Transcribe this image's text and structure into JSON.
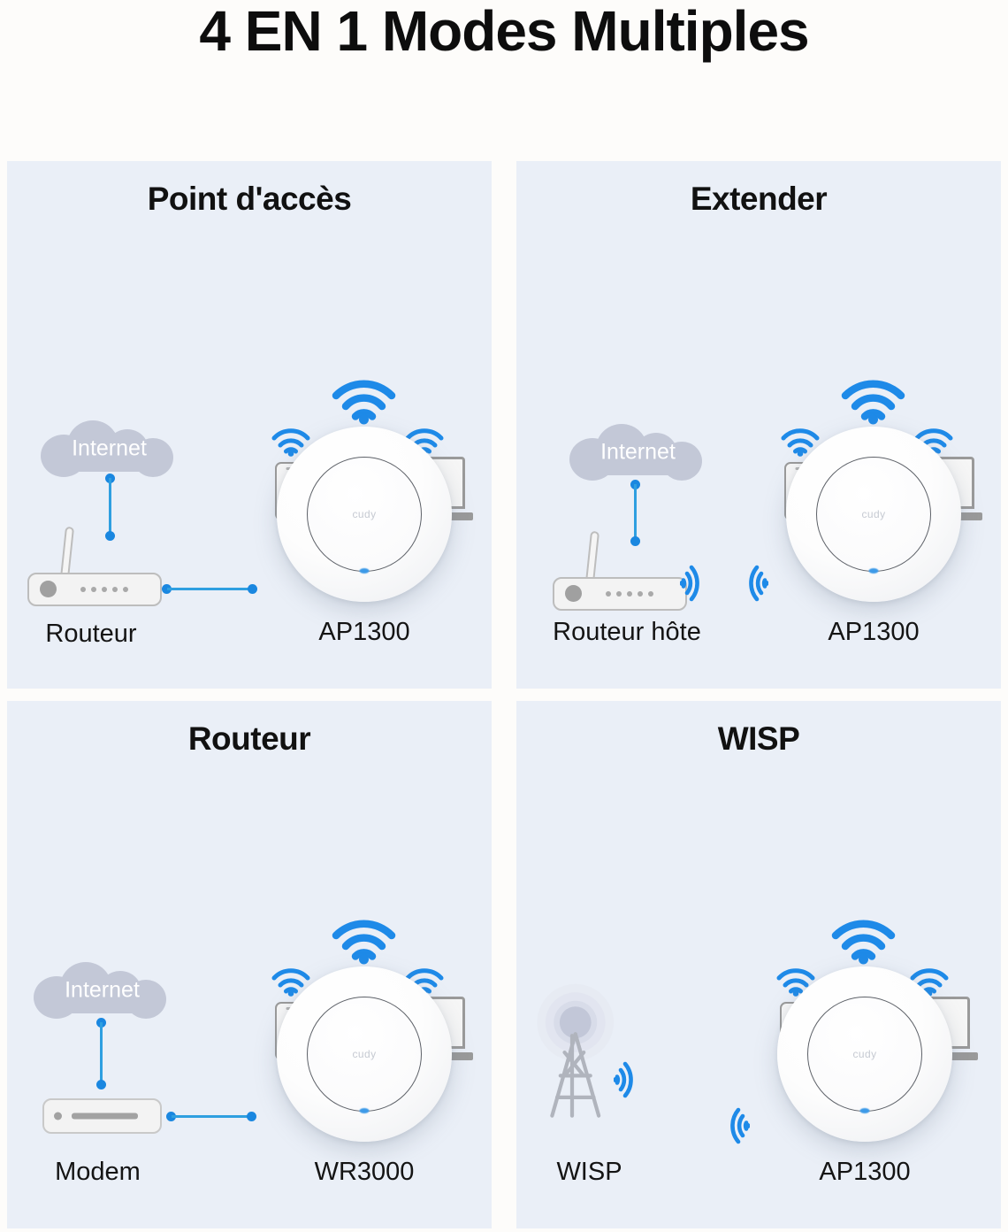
{
  "header": {
    "title": "4 EN 1 Modes Multiples"
  },
  "colors": {
    "page_background": "#fdfcfa",
    "panel_background": "#eaeff7",
    "accent_blue": "#1a87e0",
    "wifi_blue": "#1e8ae8",
    "cloud_gray": "#c3c8d7",
    "device_outline_gray": "#9a9a9a",
    "title_black": "#0d0d0d"
  },
  "panels": [
    {
      "id": "access-point",
      "title": "Point d'accès",
      "source_label": "Routeur",
      "device_label": "AP1300",
      "cloud_label": "Internet",
      "source_icon": "router-icon",
      "device_icon": "access-point-icon",
      "link_type": "wired",
      "clients": [
        "smartphone-icon",
        "laptop-icon"
      ]
    },
    {
      "id": "extender",
      "title": "Extender",
      "source_label": "Routeur hôte",
      "device_label": "AP1300",
      "cloud_label": "Internet",
      "source_icon": "router-icon",
      "device_icon": "access-point-icon",
      "link_type": "wireless",
      "clients": [
        "smartphone-icon",
        "laptop-icon"
      ]
    },
    {
      "id": "router",
      "title": "Routeur",
      "source_label": "Modem",
      "device_label": "WR3000",
      "cloud_label": "Internet",
      "source_icon": "modem-icon",
      "device_icon": "access-point-icon",
      "link_type": "wired",
      "clients": [
        "smartphone-icon",
        "laptop-icon"
      ]
    },
    {
      "id": "wisp",
      "title": "WISP",
      "source_label": "WISP",
      "device_label": "AP1300",
      "cloud_label": "",
      "source_icon": "tower-icon",
      "device_icon": "access-point-icon",
      "link_type": "wireless",
      "clients": [
        "smartphone-icon",
        "laptop-icon"
      ]
    }
  ],
  "device": {
    "brand_logo": "cudy"
  }
}
